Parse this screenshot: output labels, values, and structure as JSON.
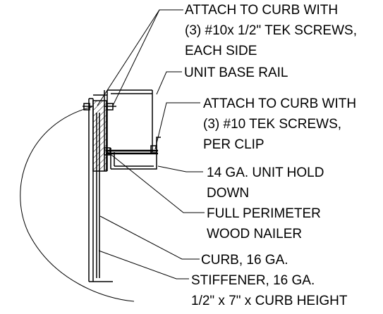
{
  "notes": [
    {
      "id": "attach-tek-screws",
      "lines": [
        "ATTACH TO CURB WITH",
        "(3) #10x 1/2\" TEK SCREWS,",
        "EACH SIDE"
      ]
    },
    {
      "id": "unit-base-rail",
      "lines": [
        "UNIT BASE RAIL"
      ]
    },
    {
      "id": "attach-per-clip",
      "lines": [
        "ATTACH TO CURB WITH",
        "(3) #10 TEK SCREWS,",
        "PER CLIP"
      ]
    },
    {
      "id": "hold-down",
      "lines": [
        "14 GA. UNIT HOLD",
        "DOWN"
      ]
    },
    {
      "id": "wood-nailer",
      "lines": [
        "FULL PERIMETER",
        "WOOD NAILER"
      ]
    },
    {
      "id": "curb",
      "lines": [
        "CURB, 16 GA."
      ]
    },
    {
      "id": "stiffener",
      "lines": [
        "STIFFENER, 16 GA.",
        "1/2\" x 7\" x CURB HEIGHT"
      ]
    }
  ],
  "colors": {
    "line": "#000000",
    "background": "#ffffff"
  }
}
